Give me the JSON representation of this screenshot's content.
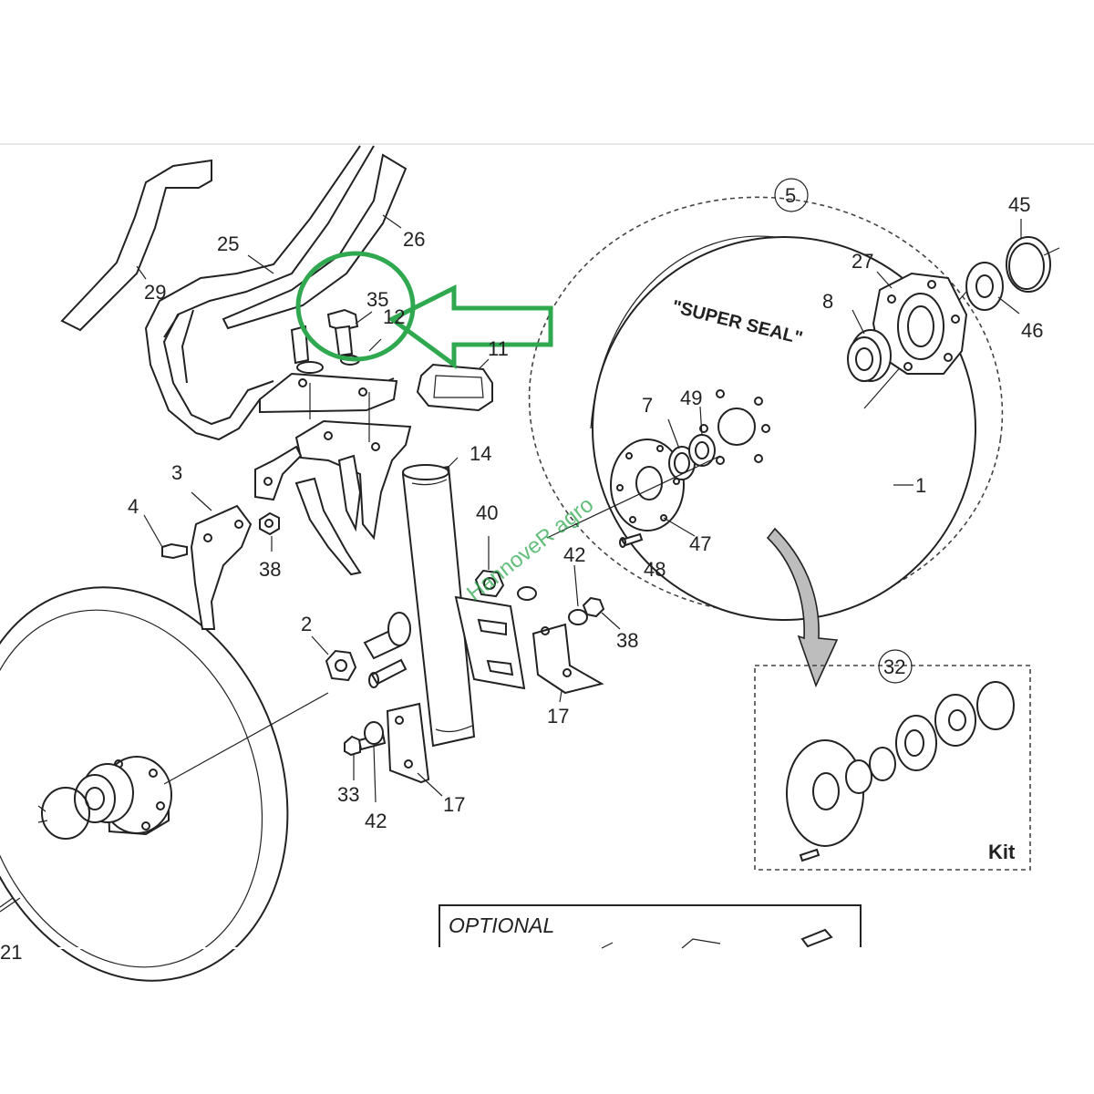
{
  "diagram": {
    "part_numbers": {
      "p1": "1",
      "p2": "2",
      "p3": "3",
      "p4": "4",
      "p5": "5",
      "p7": "7",
      "p8": "8",
      "p11": "11",
      "p12": "12",
      "p14": "14",
      "p17a": "17",
      "p17b": "17",
      "p21": "21",
      "p25": "25",
      "p26": "26",
      "p27": "27",
      "p29": "29",
      "p32": "32",
      "p33": "33",
      "p35": "35",
      "p38a": "38",
      "p38b": "38",
      "p40": "40",
      "p42a": "42",
      "p42b": "42",
      "p45": "45",
      "p46": "46",
      "p47": "47",
      "p48": "48",
      "p49": "49"
    },
    "disc_label": "\"SUPER SEAL\"",
    "kit_label": "Kit",
    "optional_label": "OPTIONAL",
    "watermark": "HannoveR agro",
    "colors": {
      "highlight": "#2fa84f",
      "line": "#222222",
      "arrow_fill": "#bdbdbd"
    }
  }
}
